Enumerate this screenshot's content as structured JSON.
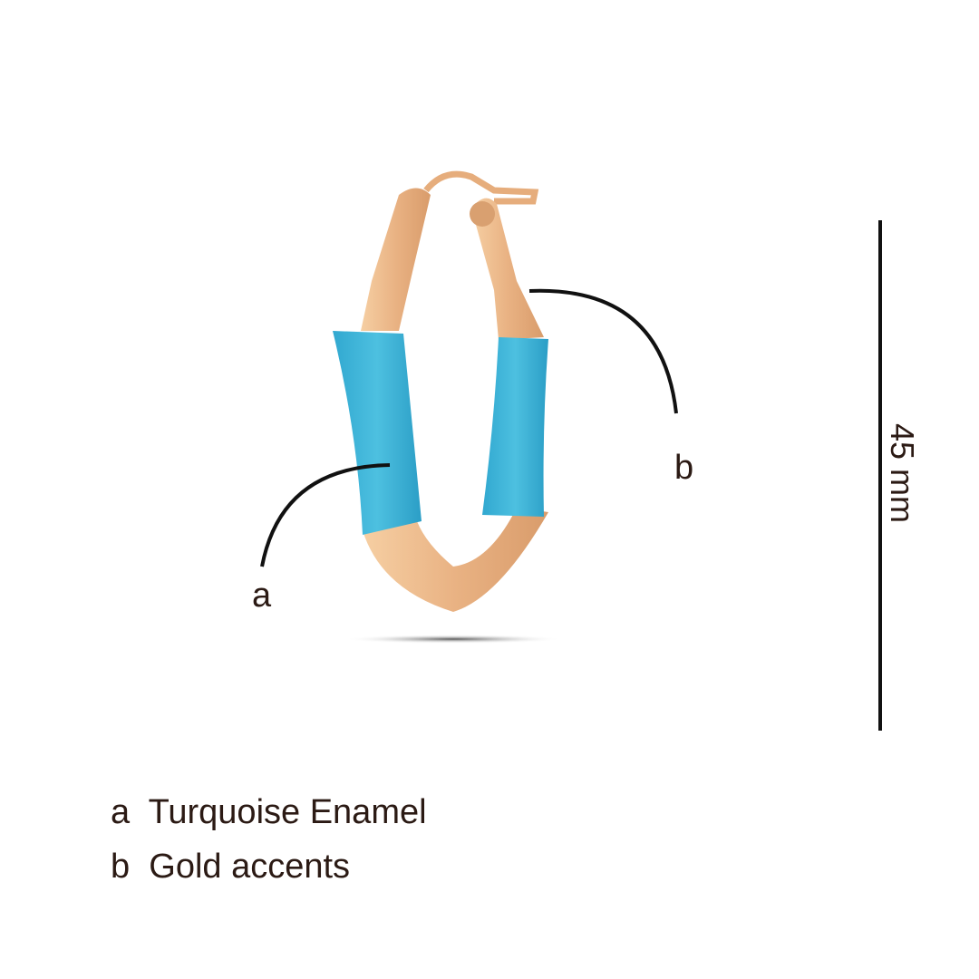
{
  "callouts": {
    "a": "a",
    "b": "b"
  },
  "dimension": {
    "label": "45 mm"
  },
  "legend": [
    {
      "key": "a",
      "text": "Turquoise Enamel"
    },
    {
      "key": "b",
      "text": "Gold accents"
    }
  ],
  "colors": {
    "gold": "#eeb98a",
    "turquoise": "#3fb3d6",
    "text": "#2b1a14"
  }
}
